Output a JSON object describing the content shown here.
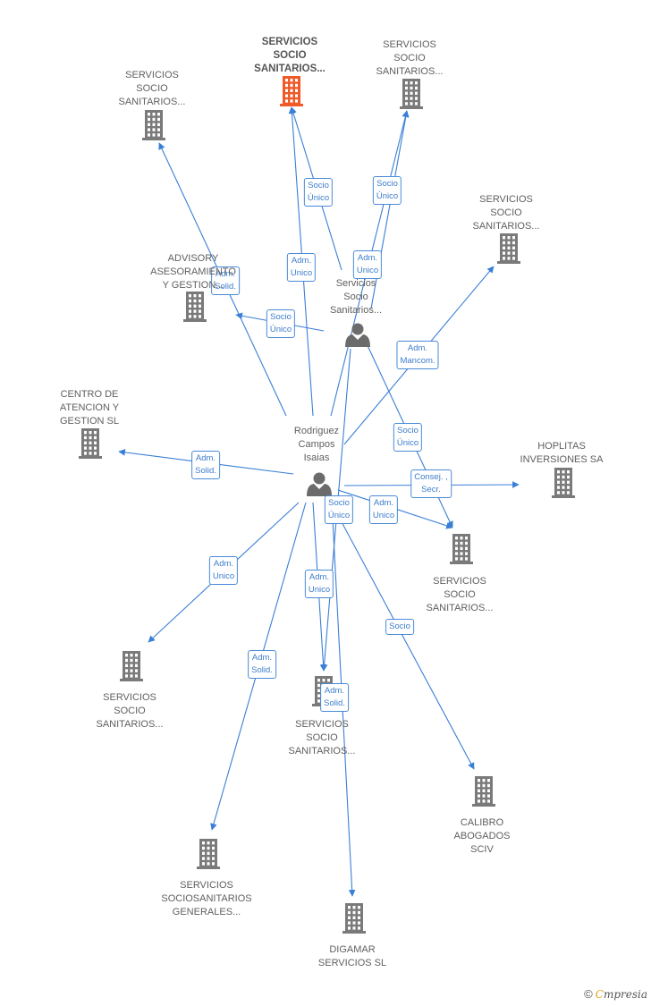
{
  "diagram": {
    "colors": {
      "edge": "#3a7fd6",
      "building": "#7a7a7a",
      "building_main": "#f05a28",
      "person": "#6b6b6b",
      "label": "#5f5f5f"
    },
    "nodes": [
      {
        "id": "n_main",
        "type": "building",
        "main": true,
        "label": "SERVICIOS\nSOCIO\nSANITARIOS..."
      },
      {
        "id": "n_top_right",
        "type": "building",
        "label": "SERVICIOS\nSOCIO\nSANITARIOS..."
      },
      {
        "id": "n_top_left",
        "type": "building",
        "label": "SERVICIOS\nSOCIO\nSANITARIOS..."
      },
      {
        "id": "n_right_upper",
        "type": "building",
        "label": "SERVICIOS\nSOCIO\nSANITARIOS..."
      },
      {
        "id": "n_advisory",
        "type": "building",
        "label": "ADVISORY\nASESORAMIENTO\nY GESTION..."
      },
      {
        "id": "n_centro",
        "type": "building",
        "label": "CENTRO DE\nATENCION Y\nGESTION SL"
      },
      {
        "id": "n_hoplitas",
        "type": "building",
        "label": "HOPLITAS\nINVERSIONES SA"
      },
      {
        "id": "n_right_mid",
        "type": "building",
        "label": "SERVICIOS\nSOCIO\nSANITARIOS..."
      },
      {
        "id": "n_bottom_left",
        "type": "building",
        "label": "SERVICIOS\nSOCIO\nSANITARIOS..."
      },
      {
        "id": "n_bottom_center",
        "type": "building",
        "label": "SERVICIOS\nSOCIO\nSANITARIOS..."
      },
      {
        "id": "n_calibro",
        "type": "building",
        "label": "CALIBRO\nABOGADOS\nSCIV"
      },
      {
        "id": "n_generales",
        "type": "building",
        "label": "SERVICIOS\nSOCIOSANITARIOS\nGENERALES..."
      },
      {
        "id": "n_digamar",
        "type": "building",
        "label": "DIGAMAR\nSERVICIOS SL"
      },
      {
        "id": "p_servicios",
        "type": "person",
        "label": "Servicios\nSocio\nSanitarios..."
      },
      {
        "id": "p_rodriguez",
        "type": "person",
        "label": "Rodriguez\nCampos\nIsaias"
      }
    ],
    "edges": [
      {
        "from": "p_servicios",
        "to": "n_main",
        "label": "Socio\nÚnico"
      },
      {
        "from": "p_servicios",
        "to": "n_top_right",
        "label": "Socio\nÚnico"
      },
      {
        "from": "p_servicios",
        "to": "n_advisory",
        "label": "Socio\nÚnico"
      },
      {
        "from": "p_servicios",
        "to": "n_right_mid",
        "label": "Socio\nÚnico"
      },
      {
        "from": "p_servicios",
        "to": "n_bottom_center",
        "label": "Adm.\nSolid."
      },
      {
        "from": "p_rodriguez",
        "to": "n_main",
        "label": "Adm.\nUnico"
      },
      {
        "from": "p_rodriguez",
        "to": "n_top_right",
        "label": "Adm.\nUnico"
      },
      {
        "from": "p_rodriguez",
        "to": "n_top_left",
        "label": "Adm.\nSolid."
      },
      {
        "from": "p_rodriguez",
        "to": "n_right_upper",
        "label": "Adm.\nMancom."
      },
      {
        "from": "p_rodriguez",
        "to": "n_centro",
        "label": "Adm.\nSolid."
      },
      {
        "from": "p_rodriguez",
        "to": "n_hoplitas",
        "label": "Consej. ,\nSecr."
      },
      {
        "from": "p_rodriguez",
        "to": "n_right_mid",
        "label": "Adm.\nUnico"
      },
      {
        "from": "p_rodriguez",
        "to": "n_bottom_left",
        "label": "Adm.\nUnico"
      },
      {
        "from": "p_rodriguez",
        "to": "n_bottom_center",
        "label": "Adm.\nUnico"
      },
      {
        "from": "p_rodriguez",
        "to": "n_calibro",
        "label": "Socio"
      },
      {
        "from": "p_rodriguez",
        "to": "n_generales",
        "label": "Adm.\nSolid."
      },
      {
        "from": "p_rodriguez",
        "to": "n_digamar",
        "label": "Socio\nÚnico"
      }
    ]
  },
  "brand": {
    "copyright": "©",
    "first_letter": "C",
    "rest": "mpresia"
  }
}
